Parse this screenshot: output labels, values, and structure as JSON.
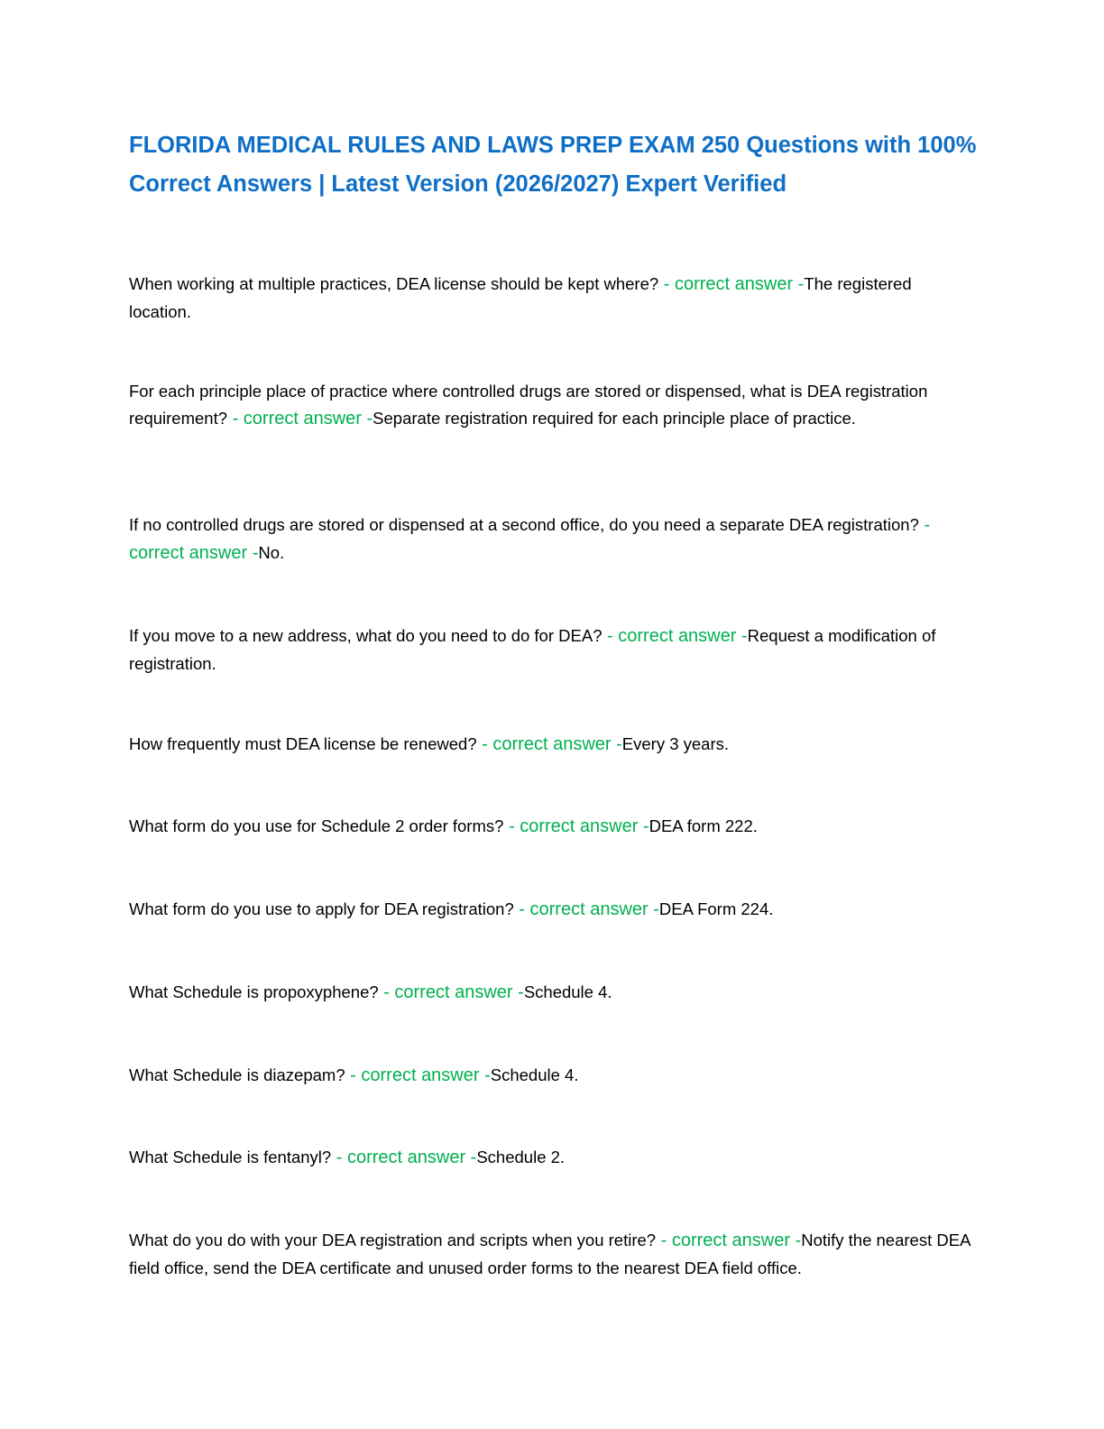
{
  "document": {
    "title": "FLORIDA MEDICAL RULES AND LAWS PREP EXAM  250 Questions with 100% Correct Answers | Latest Version (2026/2027) Expert Verified",
    "separator": " - correct answer -",
    "colors": {
      "title": "#0f6fc6",
      "separator": "#00b050",
      "body": "#000000"
    },
    "items": [
      {
        "question": "When working at multiple practices, DEA license should be kept where?",
        "answer": "The registered location."
      },
      {
        "question": "For each principle place of practice where controlled drugs are stored or dispensed, what is DEA registration requirement?",
        "answer": "Separate registration required for each principle place of practice."
      },
      {
        "question": "If no controlled drugs are stored or dispensed at a second office, do you need a separate DEA registration?",
        "answer": "No."
      },
      {
        "question": "If you move to a new address, what do you need to do for DEA?",
        "answer": "Request a modification of registration."
      },
      {
        "question": "How frequently must DEA license be renewed?",
        "answer": "Every 3 years."
      },
      {
        "question": "What form do you use for Schedule 2 order forms?",
        "answer": "DEA form 222."
      },
      {
        "question": "What form do you use to apply for DEA registration?",
        "answer": "DEA Form 224."
      },
      {
        "question": "What Schedule is propoxyphene?",
        "answer": "Schedule 4."
      },
      {
        "question": "What Schedule is diazepam?",
        "answer": "Schedule 4."
      },
      {
        "question": "What Schedule is fentanyl?",
        "answer": "Schedule 2."
      },
      {
        "question": "What do you do with your DEA registration and scripts when you retire?",
        "answer": "Notify the nearest DEA field office, send the DEA certificate and unused order forms to the nearest DEA field office."
      }
    ]
  }
}
